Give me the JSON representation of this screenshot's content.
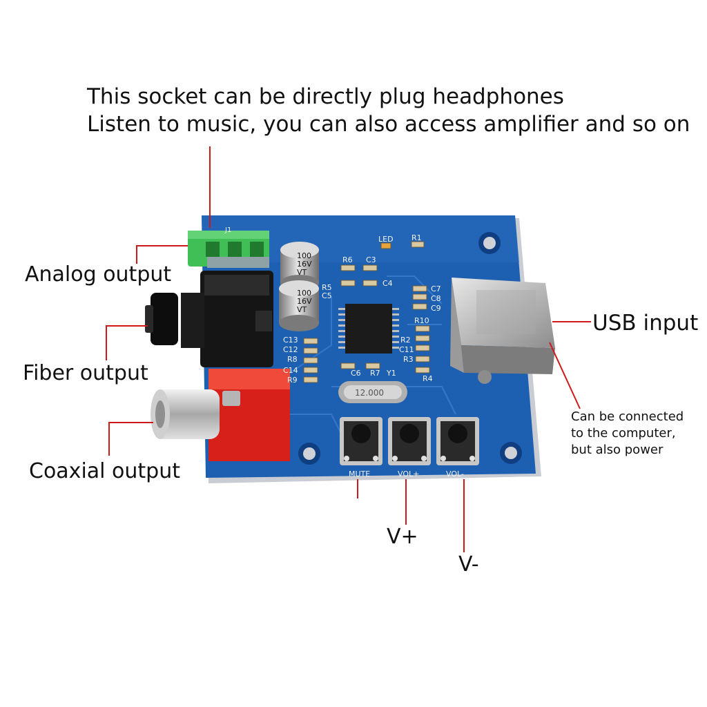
{
  "annotations": {
    "headphone_socket_line1": "This socket can be directly plug headphones",
    "headphone_socket_line2": "Listen to music, you can also access amplifier and so on",
    "analog_output": "Analog output",
    "fiber_output": "Fiber output",
    "coaxial_output": "Coaxial output",
    "usb_input": "USB input",
    "usb_note": "Can be connected\nto the computer,\nbut also power",
    "v_plus": "V+",
    "v_minus": "V-"
  },
  "board_silkscreen": {
    "led": "LED",
    "r1": "R1",
    "r6": "R6",
    "c3": "C3",
    "r5": "R5",
    "c5": "C5",
    "c4": "C4",
    "c7": "C7",
    "c8": "C8",
    "c9": "C9",
    "r10": "R10",
    "r2": "R2",
    "c11": "C11",
    "r3": "R3",
    "r4": "R4",
    "c13": "C13",
    "c12": "C12",
    "r8": "R8",
    "c14": "C14",
    "r9": "R9",
    "c6": "C6",
    "r7": "R7",
    "y1": "Y1",
    "j1": "J1",
    "mute": "MUTE",
    "vol_up": "VOL+",
    "vol_down": "VOL-",
    "cap1_line1": "100",
    "cap1_line2": "16V",
    "cap1_line3": "VT",
    "cap2_line1": "100",
    "cap2_line2": "16V",
    "cap2_line3": "VT",
    "crystal": "12.000"
  },
  "colors": {
    "pcb": "#1d5fb0",
    "pointer": "#d01818",
    "jack_green": "#3fbf56",
    "rca_red": "#d8201a"
  }
}
